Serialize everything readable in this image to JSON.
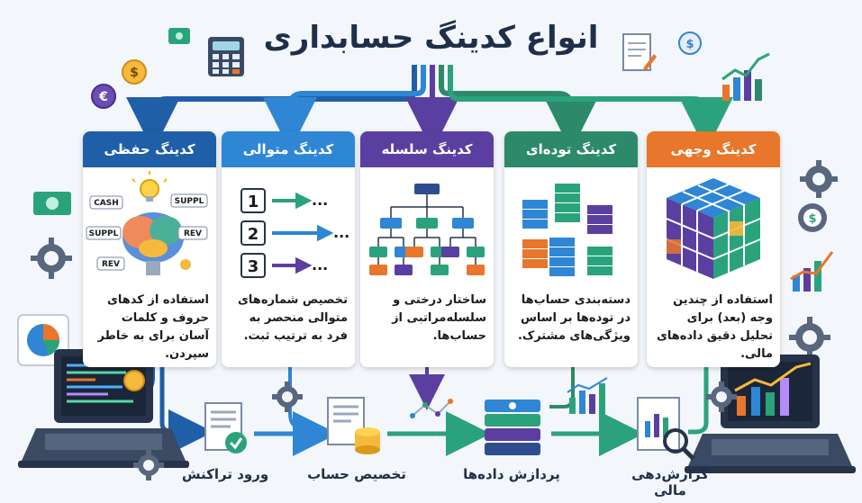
{
  "title": "انواع کدینگ حسابداری",
  "cards": [
    {
      "title": "کدینگ حفظی",
      "description": "استفاده از کدهای حروف و کلمات آسان برای به خاطر سپردن.",
      "color": "#1f5fa8",
      "tags": [
        "CASH",
        "SUPPL",
        "SUPPL",
        "REV",
        "REV"
      ]
    },
    {
      "title": "کدینگ متوالی",
      "description": "تخصیص شماره‌های متوالی منحصر به فرد به ترتیب ثبت.",
      "color": "#2e86d4",
      "numbers": [
        "1",
        "2",
        "3"
      ],
      "dots": "..."
    },
    {
      "title": "کدینگ سلسله مراتبی",
      "description": "ساختار درختی و سلسله‌مراتبی از حساب‌ها.",
      "color": "#5b3fa0"
    },
    {
      "title": "کدینگ توده‌ای",
      "description": "دسته‌بندی حساب‌ها در توده‌ها بر اساس ویژگی‌های مشترک.",
      "color": "#2c8a6a"
    },
    {
      "title": "کدینگ وجهی",
      "description": "استفاده از چندین وجه (بعد) برای تحلیل دقیق داده‌های مالی.",
      "color": "#e8762b"
    }
  ],
  "flow": [
    "ورود تراکنش",
    "تخصیص حساب",
    "پردازش داده‌ها",
    "گزارش‌دهی مالی"
  ],
  "colors": {
    "background": "#f3f6fa",
    "blue": "#1f5fa8",
    "lightblue": "#2e86d4",
    "purple": "#5b3fa0",
    "green": "#2c8a6a",
    "teal": "#2aa37c",
    "orange": "#e8762b"
  },
  "icons": [
    "calculator-icon",
    "coin-icon",
    "document-icon",
    "bar-chart-icon",
    "gear-icon",
    "banknote-icon",
    "laptop-icon",
    "lightbulb-icon",
    "brain-icon",
    "magnifier-icon",
    "database-icon",
    "cube-icon"
  ]
}
